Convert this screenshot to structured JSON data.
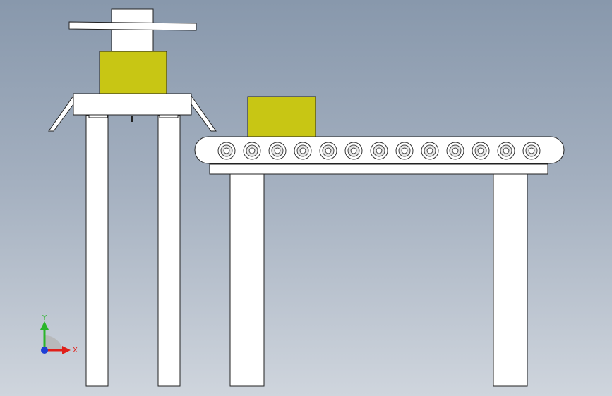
{
  "viewport": {
    "background_top": "#8898ac",
    "background_bottom": "#cfd5dd"
  },
  "colors": {
    "part": "#ffffff",
    "edge": "#222222",
    "box": "#c8c614",
    "axis_x": "#e0201a",
    "axis_y": "#2ab52a",
    "axis_z": "#1f3fd6"
  },
  "conveyor": {
    "roller_count": 13
  },
  "triad": {
    "x_label": "X",
    "y_label": "Y"
  }
}
